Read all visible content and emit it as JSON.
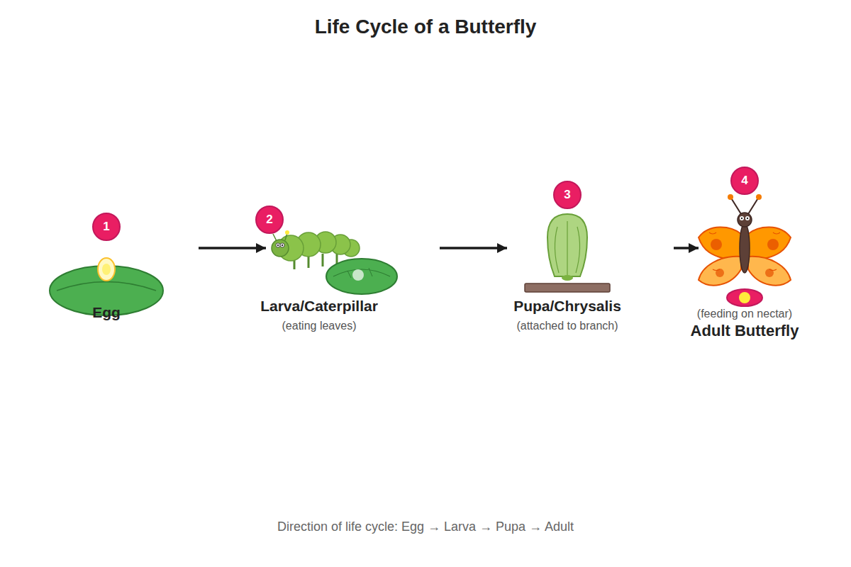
{
  "diagram": {
    "title": "Life Cycle of a Butterfly",
    "caption": "Direction of life cycle: Egg → Larva → Pupa → Adult",
    "nodes": [
      {
        "text": [
          "Egg"
        ]
      },
      {
        "text": [
          "1"
        ],
        "in": 0
      },
      {
        "text": [
          "Larva/Caterpillar",
          "(eating leaves)"
        ]
      },
      {
        "text": [
          "2"
        ],
        "in": 2
      },
      {
        "text": [
          "Pupa/Chrysalis",
          "(attached to branch)"
        ]
      },
      {
        "text": [
          "3"
        ],
        "in": 4
      },
      {
        "text": [
          "Adult Butterfly",
          "(feeding on nectar)"
        ]
      },
      {
        "text": [
          "4"
        ],
        "in": 6
      }
    ],
    "edges": [
      {
        "from": 0,
        "to": 2,
        "arrow": "to"
      },
      {
        "from": 2,
        "to": 4,
        "arrow": "to"
      },
      {
        "from": 4,
        "to": 6,
        "arrow": "to"
      }
    ]
  }
}
